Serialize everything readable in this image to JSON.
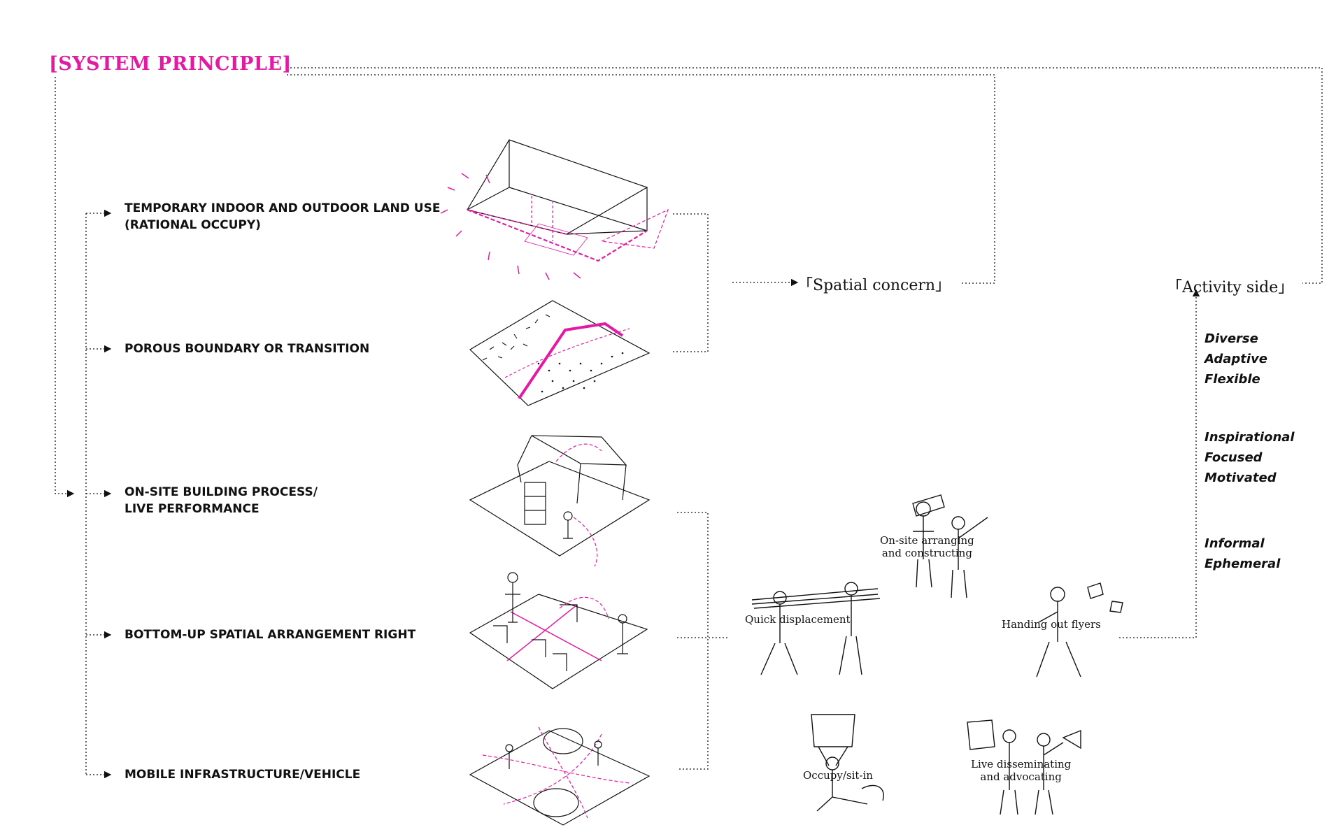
{
  "title": "[SYSTEM PRINCIPLE]",
  "principles": [
    {
      "line1": "TEMPORARY INDOOR AND OUTDOOR LAND USE",
      "line2": "(RATIONAL OCCUPY)"
    },
    {
      "line1": "POROUS BOUNDARY OR TRANSITION",
      "line2": ""
    },
    {
      "line1": "ON-SITE BUILDING PROCESS/",
      "line2": "LIVE PERFORMANCE"
    },
    {
      "line1": "BOTTOM-UP SPATIAL ARRANGEMENT RIGHT",
      "line2": ""
    },
    {
      "line1": "MOBILE INFRASTRUCTURE/VEHICLE",
      "line2": ""
    }
  ],
  "concerns": {
    "spatial": "「Spatial concern」",
    "activity": "「Activity side」"
  },
  "attributes": [
    [
      "Diverse",
      "Adaptive",
      "Flexible"
    ],
    [
      "Inspirational",
      "Focused",
      "Motivated"
    ],
    [
      "Informal",
      "Ephemeral"
    ]
  ],
  "activities": {
    "onsite": {
      "line1": "On-site arranging",
      "line2": "and constructing"
    },
    "quick": {
      "line1": "Quick displacement",
      "line2": ""
    },
    "flyers": {
      "line1": "Handing out flyers",
      "line2": ""
    },
    "occupy": {
      "line1": "Occupy/sit-in",
      "line2": ""
    },
    "live": {
      "line1": "Live disseminating",
      "line2": "and advocating"
    }
  },
  "colors": {
    "accent": "#e31ba4",
    "ink": "#111111"
  }
}
